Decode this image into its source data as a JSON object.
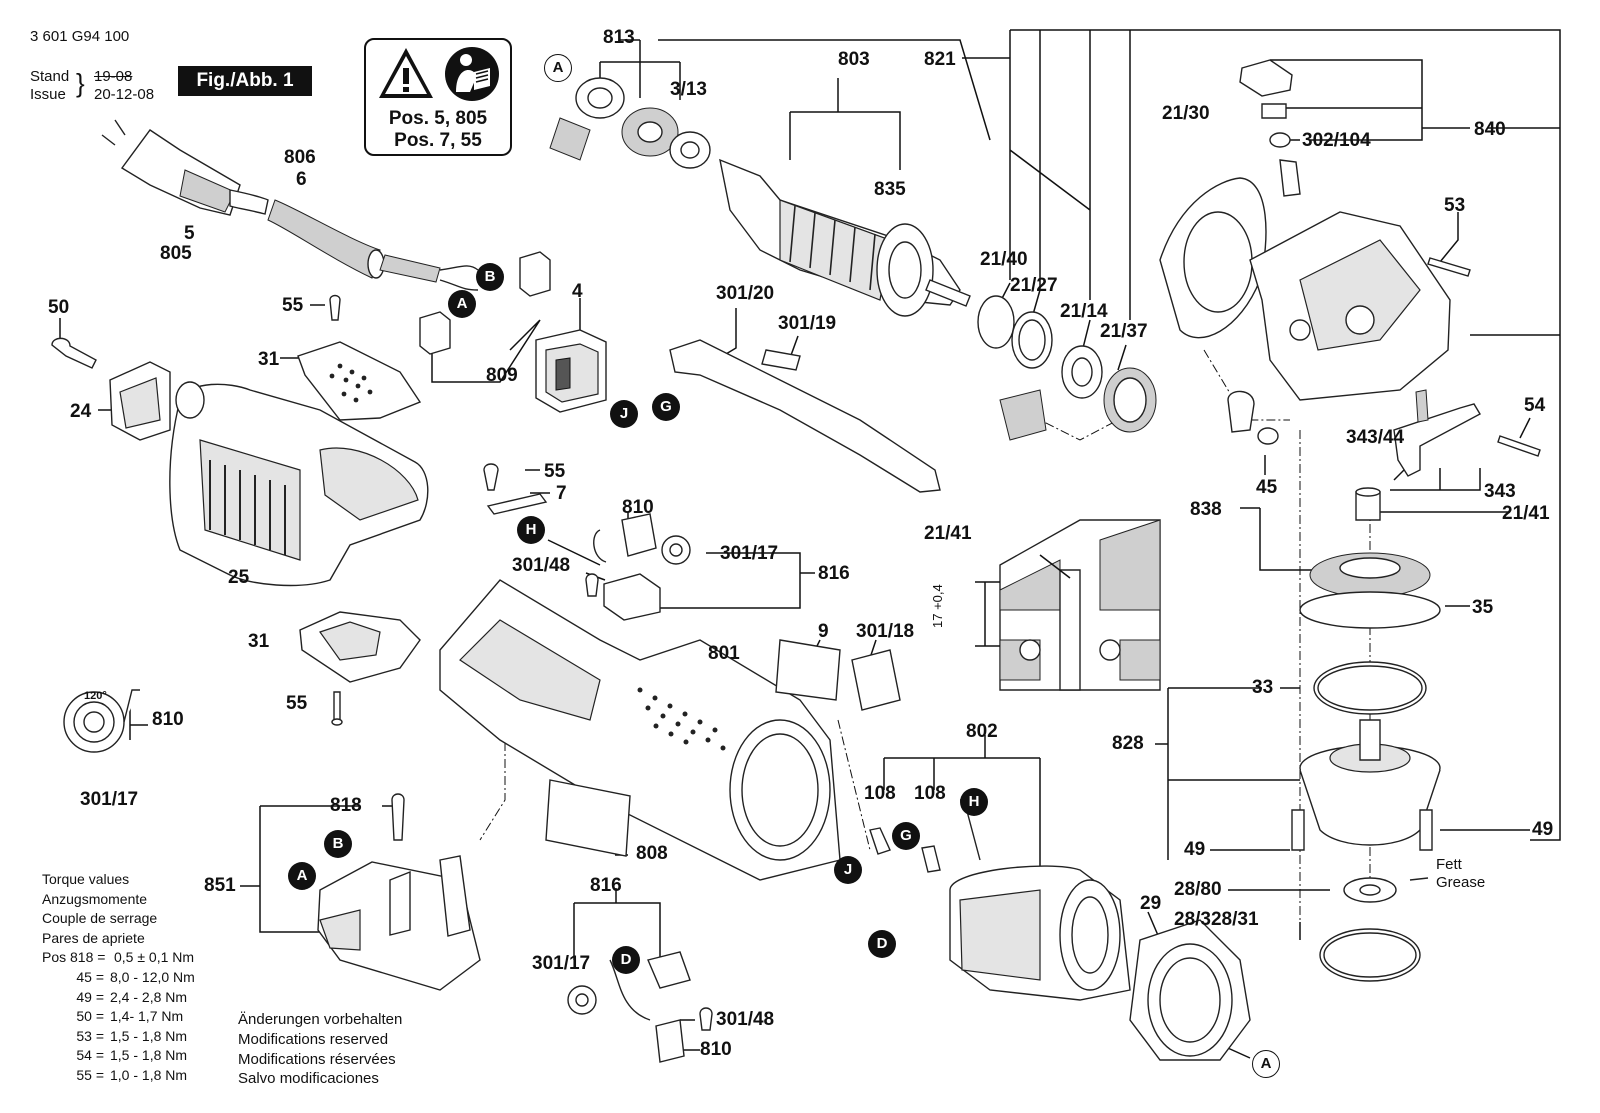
{
  "header": {
    "part_number": "3 601 G94 100",
    "stand_label": "Stand",
    "issue_label": "Issue",
    "stand_date_struck": "19-08",
    "issue_date": "20-12-08",
    "figure": "Fig./Abb. 1"
  },
  "warning_box": {
    "line1": "Pos. 5, 805",
    "line2": "Pos. 7, 55",
    "icons": [
      "warning-triangle-icon",
      "read-manual-icon"
    ]
  },
  "labels": {
    "l813": "813",
    "l803": "803",
    "l821": "821",
    "l3_13": "3/13",
    "l835": "835",
    "l21_30": "21/30",
    "l302_104": "302/104",
    "l840": "840",
    "l53": "53",
    "l806": "806",
    "l6": "6",
    "l5": "5",
    "l805": "805",
    "l50": "50",
    "l55a": "55",
    "l4": "4",
    "l301_20": "301/20",
    "l301_19": "301/19",
    "l21_40": "21/40",
    "l21_27": "21/27",
    "l21_14": "21/14",
    "l21_37": "21/37",
    "l31a": "31",
    "l24": "24",
    "l809": "809",
    "l54": "54",
    "l343_44": "343/44",
    "l343": "343",
    "l45": "45",
    "l838": "838",
    "l21_41a": "21/41",
    "l55b": "55",
    "l7": "7",
    "l810a": "810",
    "l301_17a": "301/17",
    "l816a": "816",
    "l301_48a": "301/48",
    "l25": "25",
    "l21_41b": "21/41",
    "l35": "35",
    "l31b": "31",
    "l9": "9",
    "l301_18": "301/18",
    "l801": "801",
    "l55c": "55",
    "l810b": "810",
    "l301_17b": "301/17",
    "l33": "33",
    "l802": "802",
    "l828": "828",
    "l108a": "108",
    "l108b": "108",
    "l818": "818",
    "l49a": "49",
    "l49b": "49",
    "l808": "808",
    "l851": "851",
    "l28_80": "28/80",
    "l28_328_31": "28/328/31",
    "l29": "29",
    "l816b": "816",
    "l301_17c": "301/17",
    "l301_48b": "301/48",
    "l810c": "810",
    "fett": "Fett",
    "grease": "Grease",
    "dim": "17 +0,4",
    "angle": "120°"
  },
  "connectors": {
    "A": "A",
    "B": "B",
    "G": "G",
    "H": "H",
    "J": "J",
    "D": "D"
  },
  "torque": {
    "title1": "Torque values",
    "title2": "Anzugsmomente",
    "title3": "Couple de serrage",
    "title4": "Pares de apriete",
    "rows": [
      {
        "pos": "Pos 818 =",
        "value": "0,5 ± 0,1 Nm"
      },
      {
        "pos": "45 =",
        "value": "8,0 - 12,0 Nm"
      },
      {
        "pos": "49 =",
        "value": "2,4 - 2,8 Nm"
      },
      {
        "pos": "50 =",
        "value": "1,4- 1,7 Nm"
      },
      {
        "pos": "53 =",
        "value": "1,5 - 1,8 Nm"
      },
      {
        "pos": "54 =",
        "value": "1,5 - 1,8 Nm"
      },
      {
        "pos": "55 =",
        "value": "1,0 - 1,8 Nm"
      }
    ]
  },
  "modifications": {
    "de": "Änderungen vorbehalten",
    "en": "Modifications reserved",
    "fr": "Modifications réservées",
    "es": "Salvo modificaciones"
  }
}
